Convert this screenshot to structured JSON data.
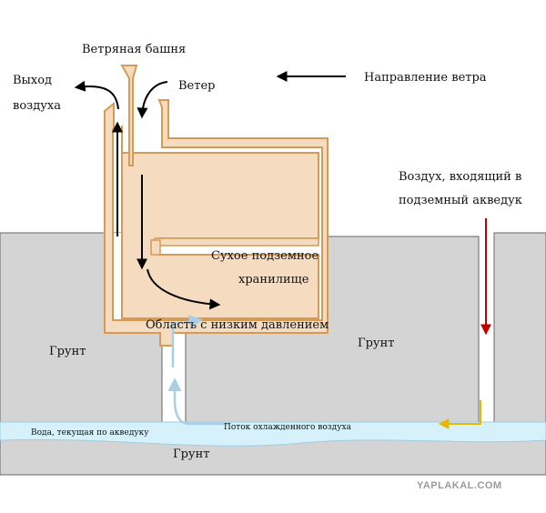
{
  "labels": {
    "wind_tower": "Ветряная башня",
    "air_exit_line1": "Выход",
    "air_exit_line2": "воздуха",
    "wind": "Ветер",
    "wind_direction": "Направление ветра",
    "air_in_line1": "Воздух, входящий в",
    "air_in_line2": "подземный акведук",
    "dry_storage_line1": "Сухое подземное",
    "dry_storage_line2": "хранилище",
    "low_pressure": "Область с низким давлением",
    "ground_left": "Грунт",
    "ground_mid": "Грунт",
    "ground_bottom": "Грунт",
    "water_flow": "Вода, текущая по акведуку",
    "cooled_air_flow": "Поток охлажденного воздуха"
  },
  "watermark": "YAPLAKAL.COM",
  "colors": {
    "ground_fill": "#d4d4d4",
    "ground_stroke": "#666666",
    "wall_fill": "#f5dcc0",
    "wall_stroke": "#d59a55",
    "water": "#d7f1fb",
    "cool_air_arrow": "#a8cfe6",
    "inflow_arrow": "#c00000",
    "aqueduct_arrow": "#e8b800",
    "flow_arrows": "#000000"
  }
}
